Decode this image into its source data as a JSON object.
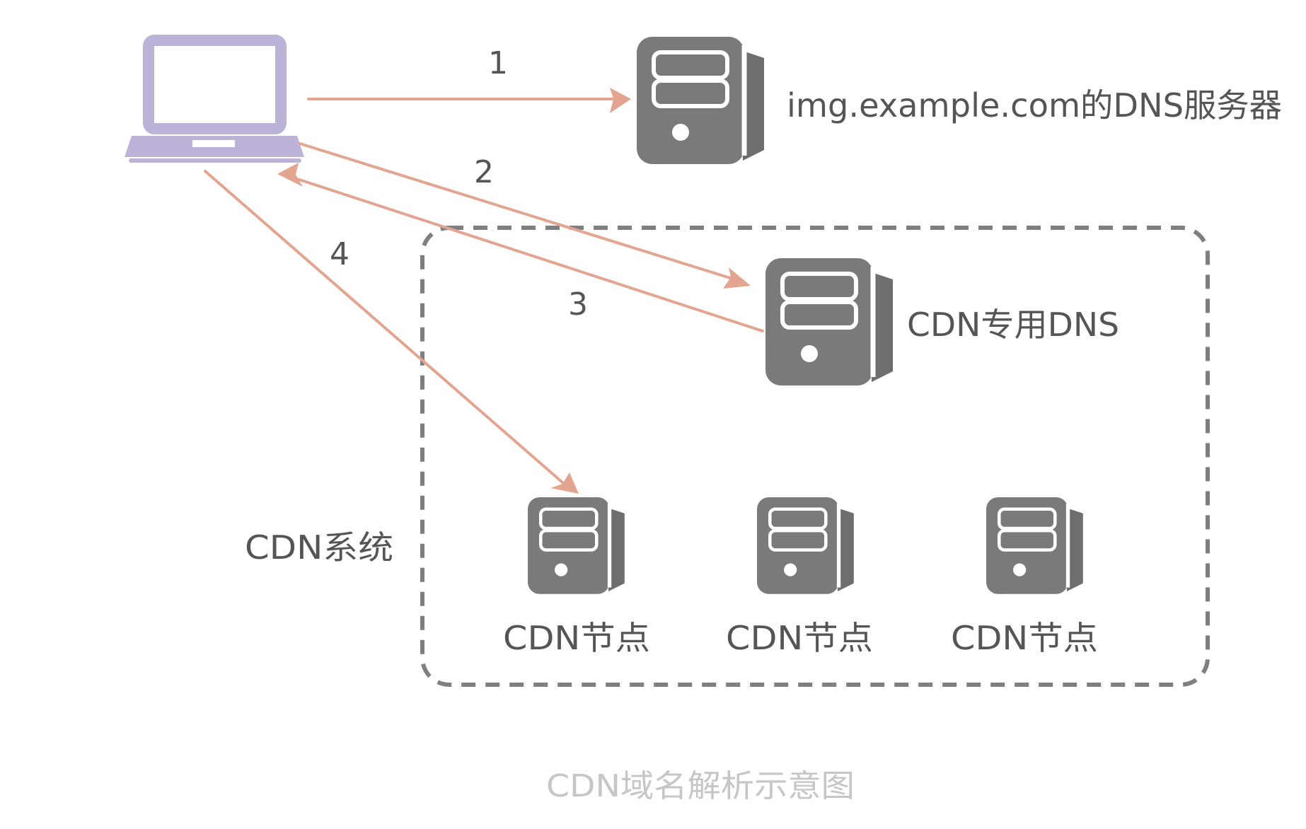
{
  "caption": "CDN域名解析示意图",
  "client": {
    "icon": "laptop-icon"
  },
  "dns_server": {
    "label": "img.example.com的DNS服务器",
    "icon": "server-icon"
  },
  "cdn_system": {
    "label": "CDN系统",
    "dns": {
      "label": "CDN专用DNS",
      "icon": "server-icon"
    },
    "nodes": [
      {
        "label": "CDN节点",
        "icon": "server-icon"
      },
      {
        "label": "CDN节点",
        "icon": "server-icon"
      },
      {
        "label": "CDN节点",
        "icon": "server-icon"
      }
    ]
  },
  "steps": [
    {
      "label": "1",
      "from": "laptop",
      "to": "dns-server"
    },
    {
      "label": "2",
      "from": "laptop",
      "to": "cdn-dns"
    },
    {
      "label": "3",
      "from": "cdn-dns",
      "to": "laptop"
    },
    {
      "label": "4",
      "from": "laptop",
      "to": "cdn-node-1"
    }
  ],
  "colors": {
    "arrow": "#e3a590",
    "server_body": "#7a7a7a",
    "server_side": "#6e6e6e",
    "laptop": "#bdb3d9",
    "dashed_border": "#7f7f7f",
    "text": "#555555",
    "caption": "#c6c6c6"
  }
}
